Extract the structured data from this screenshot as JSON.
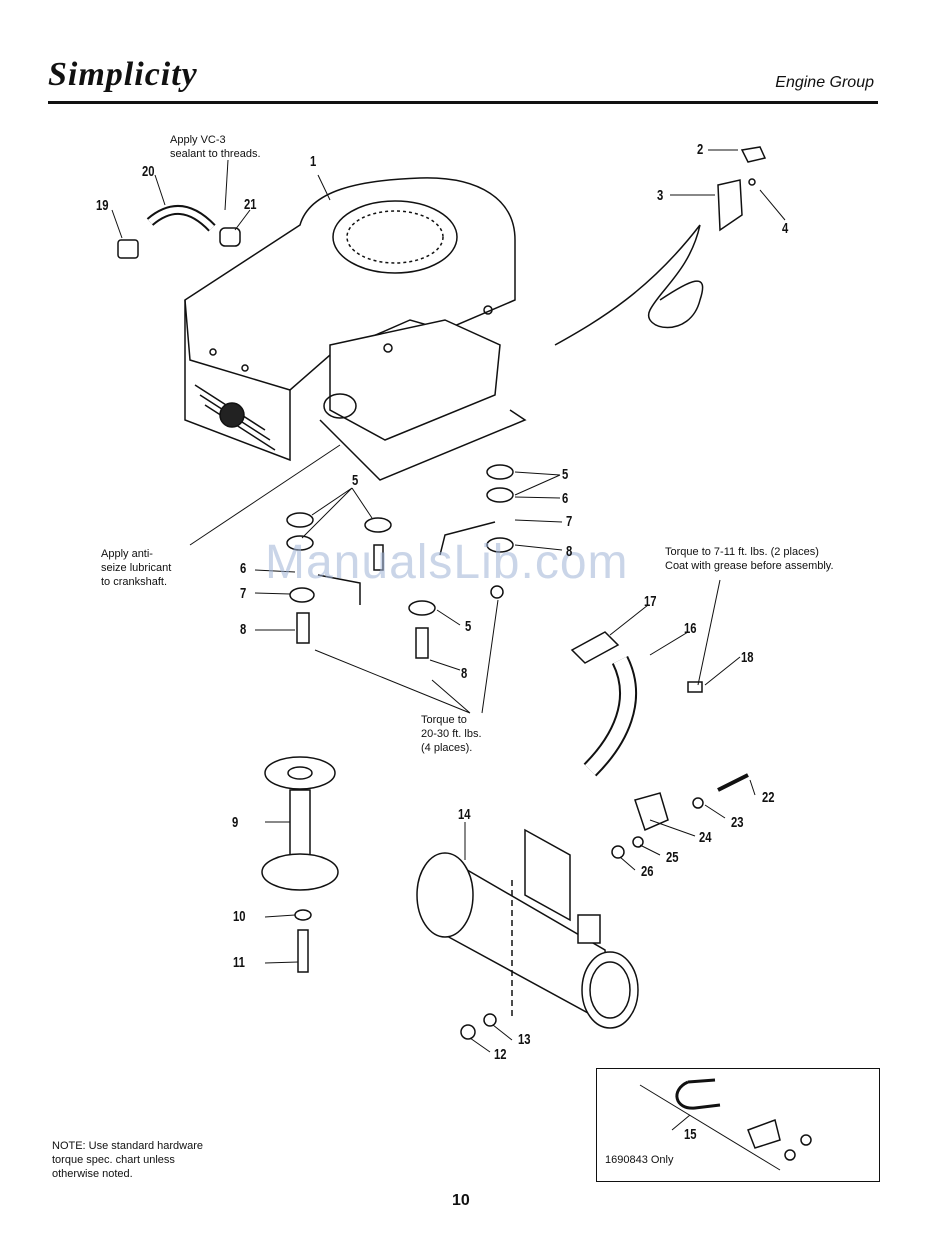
{
  "header": {
    "brand": "Simplicity",
    "section_title": "Engine Group"
  },
  "notes": {
    "vc3_line1": "Apply VC-3",
    "vc3_line2": "sealant to threads.",
    "antiseize_line1": "Apply anti-",
    "antiseize_line2": "seize lubricant",
    "antiseize_line3": "to crankshaft.",
    "torque_muffler_line1": "Torque to 7-11 ft. lbs. (2 places)",
    "torque_muffler_line2": "Coat with grease before assembly.",
    "torque_bolts_line1": "Torque to",
    "torque_bolts_line2": "20-30 ft. lbs.",
    "torque_bolts_line3": "(4 places).",
    "footer_line1": "NOTE: Use standard hardware",
    "footer_line2": "torque spec. chart unless",
    "footer_line3": "otherwise noted.",
    "inset_caption": "1690843 Only"
  },
  "callouts": {
    "c1": "1",
    "c2": "2",
    "c3": "3",
    "c4": "4",
    "c5a": "5",
    "c5b": "5",
    "c5c": "5",
    "c6a": "6",
    "c6b": "6",
    "c7a": "7",
    "c7b": "7",
    "c8a": "8",
    "c8b": "8",
    "c8c": "8",
    "c9": "9",
    "c10": "10",
    "c11": "11",
    "c12": "12",
    "c13": "13",
    "c14": "14",
    "c15": "15",
    "c16": "16",
    "c17": "17",
    "c18": "18",
    "c19": "19",
    "c20": "20",
    "c21": "21",
    "c22": "22",
    "c23": "23",
    "c24": "24",
    "c25": "25",
    "c26": "26"
  },
  "watermark": "ManualsLib.com",
  "page_number": "10"
}
